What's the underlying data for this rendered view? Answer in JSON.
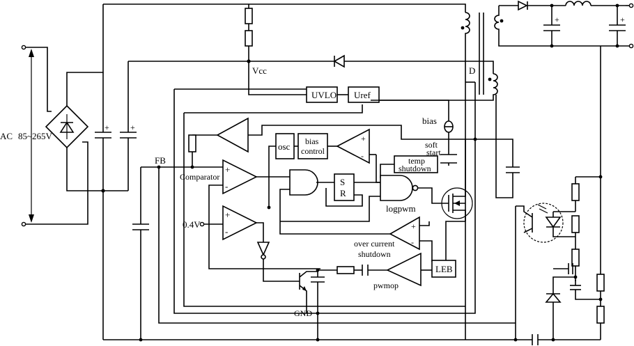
{
  "labels": {
    "ac": "AC",
    "ac_range": "85~265V",
    "vcc": "Vcc",
    "drain": "D",
    "uvlo": "UVLO",
    "uref": "Uref",
    "bias": "bias",
    "soft": "soft",
    "start": "start",
    "osc": "osc",
    "bias_block_1": "bias",
    "bias_block_2": "control",
    "temp_1": "temp",
    "temp_2": "shutdown",
    "fb": "FB",
    "comparator": "Comparator",
    "sr_s": "S",
    "sr_r": "R",
    "logpwm": "logpwm",
    "v04": "0.4V",
    "ocs_1": "over current",
    "ocs_2": "shutdown",
    "leb": "LEB",
    "pwmop": "pwmop",
    "gnd": "GND",
    "plus": "+",
    "minus": "-"
  }
}
